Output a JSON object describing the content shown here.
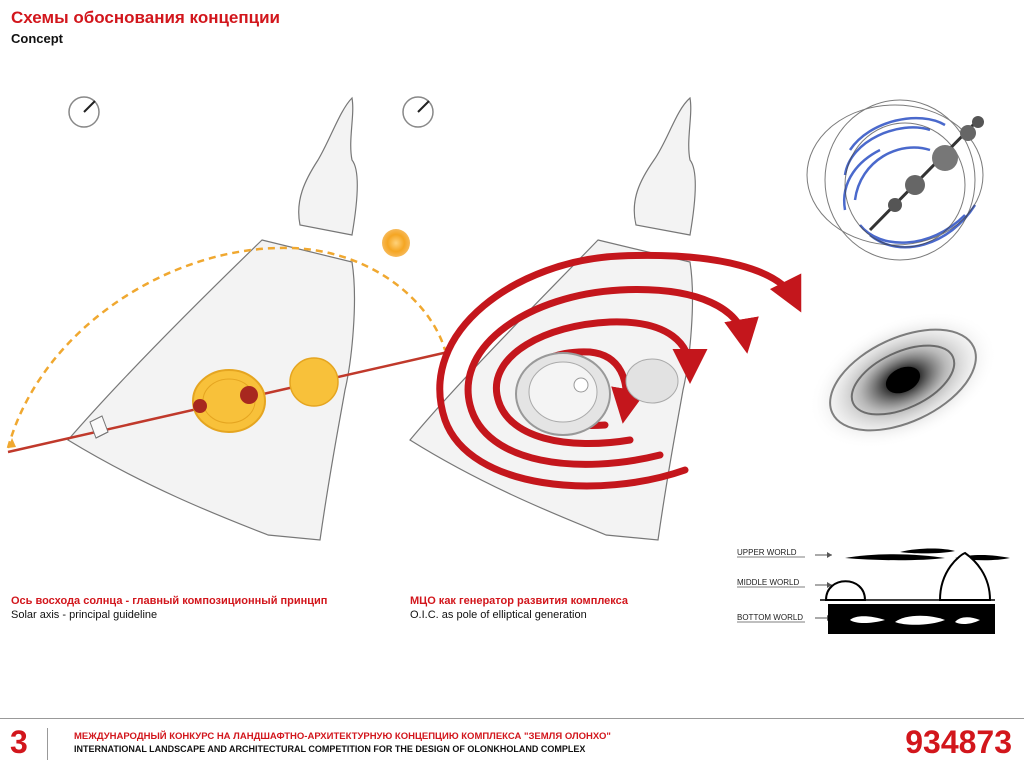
{
  "header": {
    "title_ru": "Схемы обоснования концепции",
    "title_en": "Concept"
  },
  "captions": {
    "left_ru": "Ось восхода солнца - главный композиционный принцип",
    "left_en": "Solar axis - principal guideline",
    "center_ru": "МЦО как генератор развития комплекса",
    "center_en": "O.I.C. as pole of elliptical generation"
  },
  "layers": {
    "upper": "UPPER WORLD",
    "middle": "MIDDLE WORLD",
    "bottom": "BOTTOM WORLD"
  },
  "footer": {
    "page_number": "3",
    "competition_ru": "МЕЖДУНАРОДНЫЙ КОНКУРС НА ЛАНДШАФТНО-АРХИТЕКТУРНУЮ КОНЦЕПЦИЮ КОМПЛЕКСА \"ЗЕМЛЯ ОЛОНХО\"",
    "competition_en": "INTERNATIONAL LANDSCAPE AND ARCHITECTURAL COMPETITION FOR THE DESIGN OF OLONKHOLAND COMPLEX",
    "code": "934873"
  },
  "colors": {
    "accent": "#d2161c",
    "sun": "#f5a623",
    "axis": "#c0392b",
    "spiral": "#c4161c"
  },
  "icons": [
    "north-compass-icon",
    "sun-icon",
    "arrow-icon"
  ]
}
